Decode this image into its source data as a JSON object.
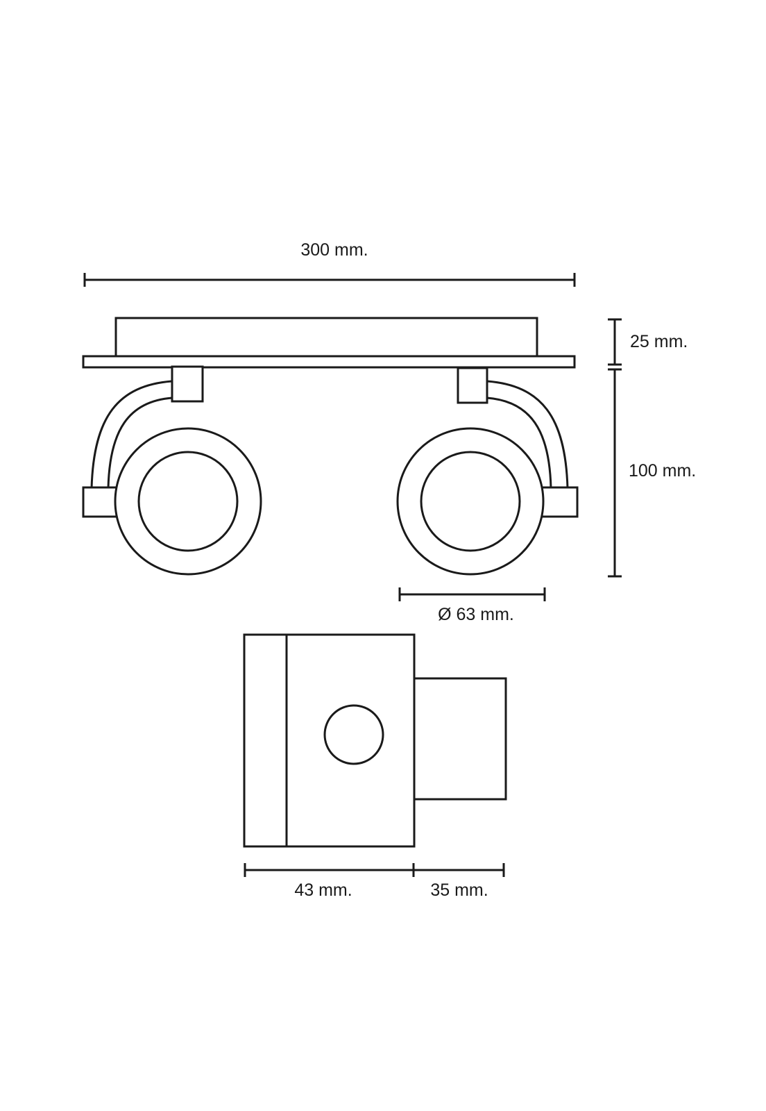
{
  "dimensions": {
    "total_width": "300 mm.",
    "base_height": "25 mm.",
    "head_height": "100 mm.",
    "head_diameter": "Ø 63 mm.",
    "side_depth": "43 mm.",
    "side_projection": "35 mm."
  },
  "colors": {
    "line": "#1a1a1a",
    "background": "#ffffff"
  }
}
